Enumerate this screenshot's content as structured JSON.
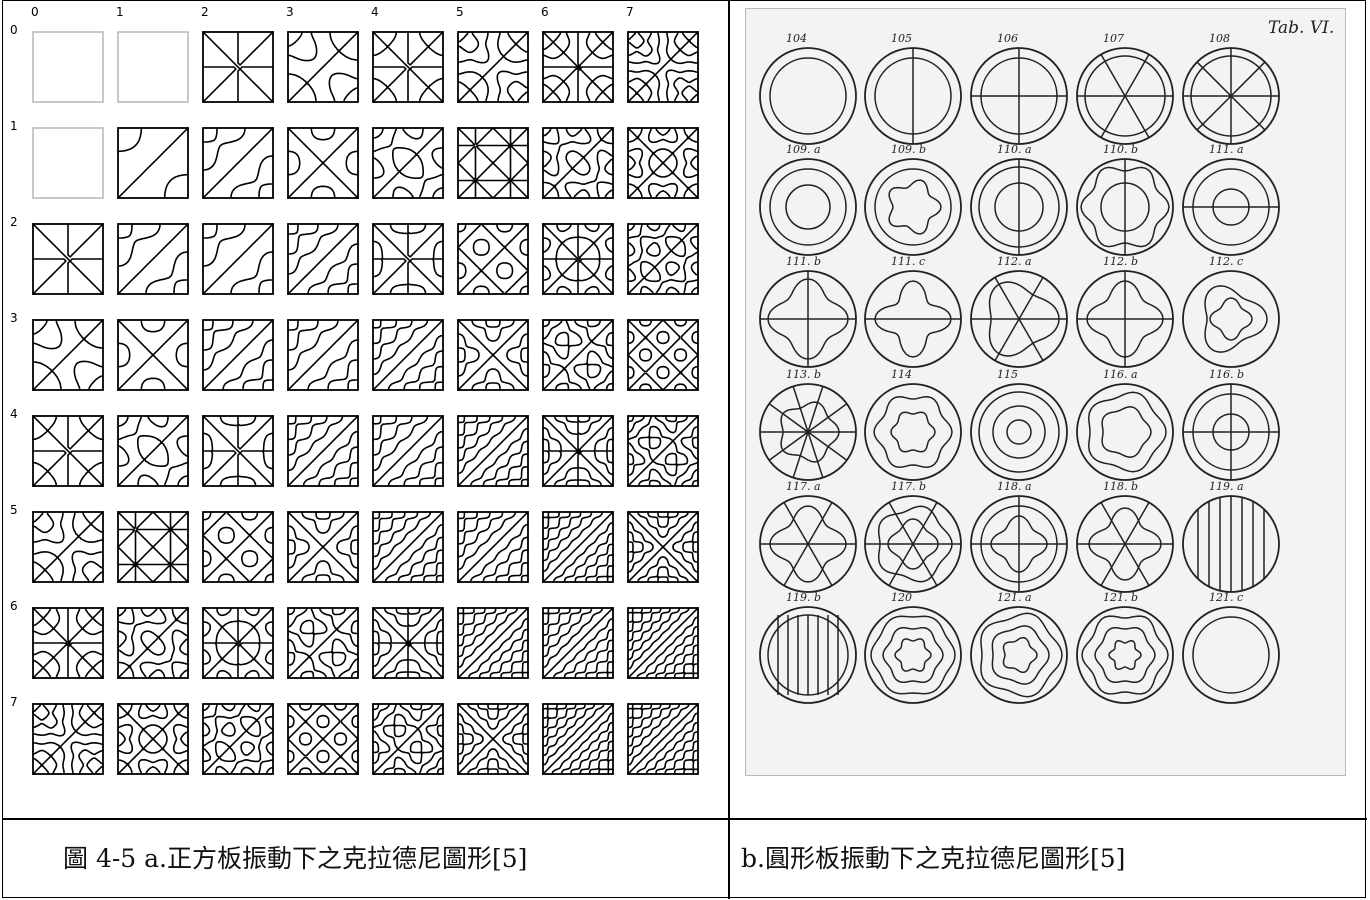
{
  "figure_a": {
    "col_labels": [
      "0",
      "1",
      "2",
      "3",
      "4",
      "5",
      "6",
      "7"
    ],
    "row_labels": [
      "0",
      "1",
      "2",
      "3",
      "4",
      "5",
      "6",
      "7"
    ],
    "empty_cells": [
      [
        0,
        0
      ],
      [
        0,
        1
      ],
      [
        1,
        0
      ]
    ],
    "stroke_color": "#000000",
    "empty_stroke_color": "#b0b0b0"
  },
  "figure_b": {
    "tab_label": "Tab. VI.",
    "captions": [
      [
        "104",
        "105",
        "106",
        "107",
        "108"
      ],
      [
        "109. a",
        "109. b",
        "110. a",
        "110. b",
        "111. a"
      ],
      [
        "111. b",
        "111. c",
        "112. a",
        "112. b",
        "112. c"
      ],
      [
        "113. b",
        "114",
        "115",
        "116. a",
        "116. b"
      ],
      [
        "117. a",
        "117. b",
        "118. a",
        "118. b",
        "119. a"
      ],
      [
        "119. b",
        "120",
        "121. a",
        "121. b",
        "121. c"
      ]
    ],
    "paper_color": "#f3f3f1",
    "ink_color": "#222222"
  },
  "captions": {
    "a": "圖 4-5 a.正方板振動下之克拉德尼圖形[5]",
    "b": "b.圓形板振動下之克拉德尼圖形[5]"
  }
}
